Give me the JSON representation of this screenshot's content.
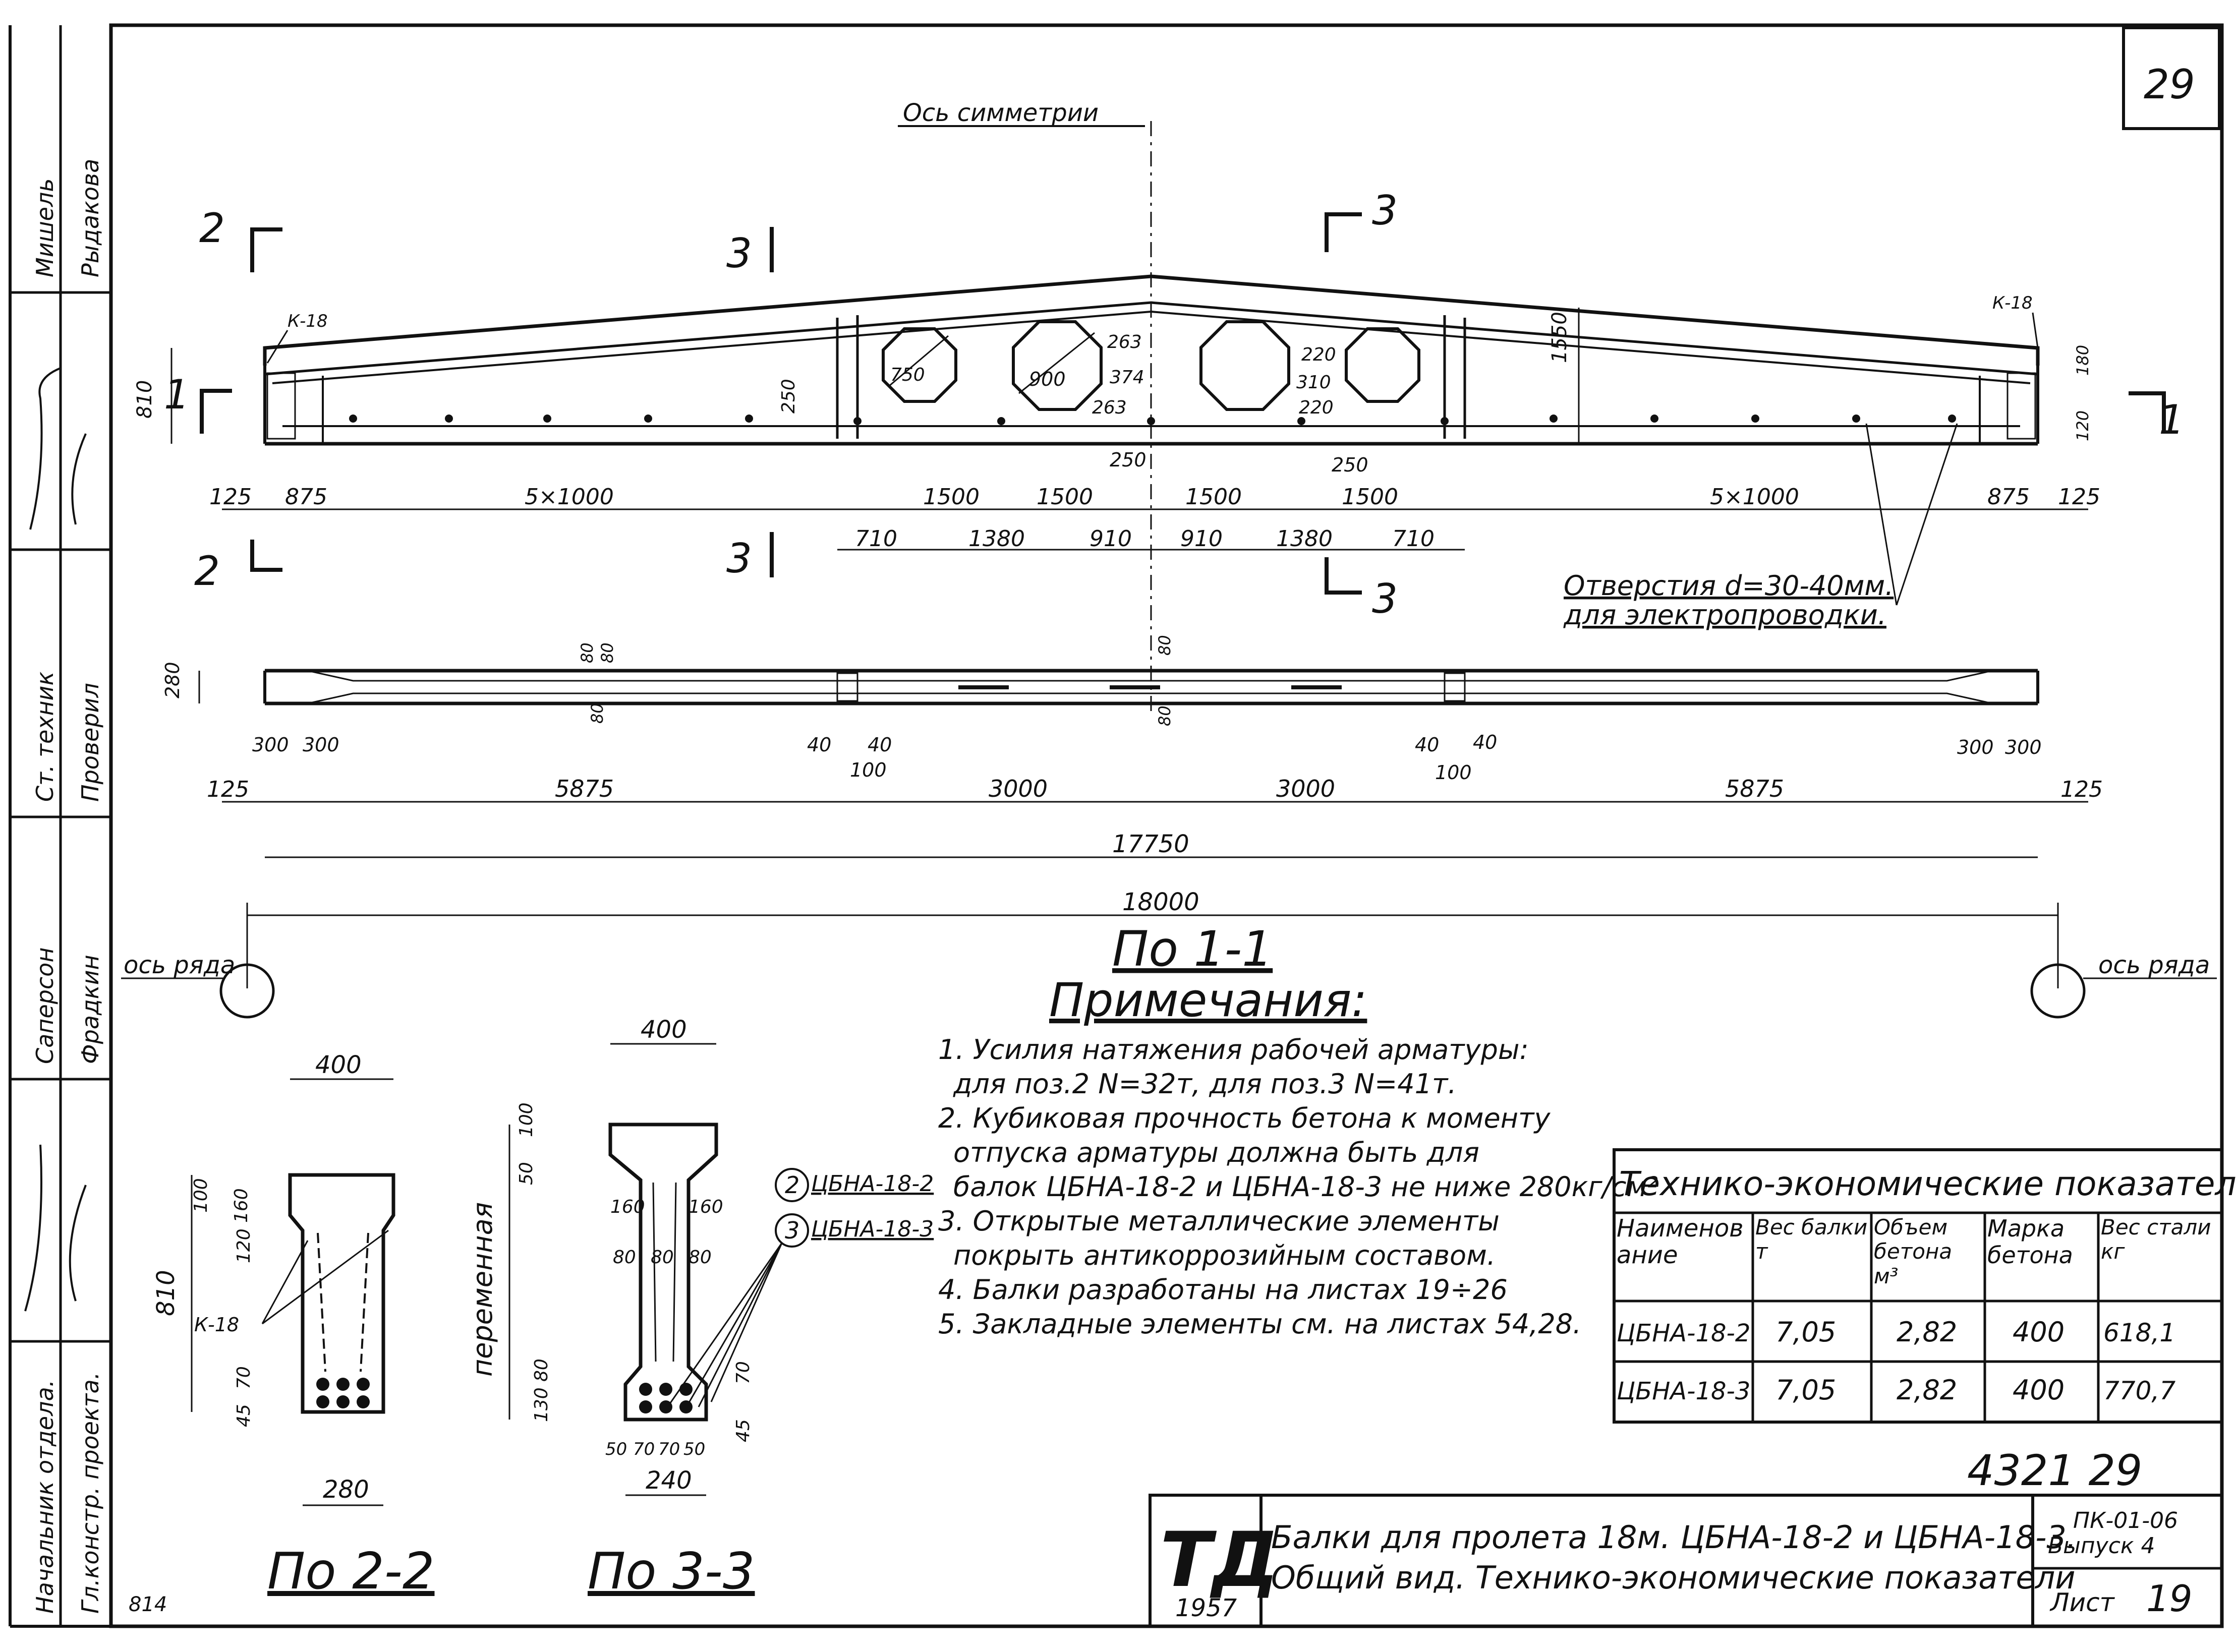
{
  "sheet_corner_number": "29",
  "symmetry_axis_label": "Ось симметрии",
  "section_marks": {
    "s2_top": "2",
    "s2_bottom": "2",
    "s3_left_top": "3",
    "s3_left_bottom": "3",
    "s3_right_top": "3",
    "s3_right_bottom": "3",
    "s1_left": "1",
    "s1_right": "1"
  },
  "tags": {
    "k18_left": "К-18",
    "k18_right": "К-18",
    "k18_section": "К-18"
  },
  "elevation_dims": {
    "h810": "810",
    "h1550": "1550",
    "h250": "250",
    "h750": "750",
    "h900": "900",
    "h263a": "263",
    "h374": "374",
    "h263b": "263",
    "h220a": "220",
    "h310": "310",
    "h220b": "220",
    "b250a": "250",
    "b250b": "250",
    "r180": "180",
    "r120": "120",
    "row1": [
      "125",
      "875",
      "5×1000",
      "1500",
      "1500",
      "1500",
      "1500",
      "5×1000",
      "875",
      "125"
    ],
    "row2": [
      "710",
      "1380",
      "910",
      "910",
      "1380",
      "710"
    ]
  },
  "holes_note": {
    "line1": "Отверстия d=30-40мм.",
    "line2": "для электропроводки."
  },
  "plan_dims": {
    "w280": "280",
    "p80a": "80",
    "p80b": "80",
    "p80c": "80",
    "p80d": "80",
    "p80e": "80",
    "p300a": "300",
    "p300b": "300",
    "p300c": "300",
    "p300d": "300",
    "p40a": "40",
    "p40b": "40",
    "p40c": "40",
    "p40d": "40",
    "p100a": "100",
    "p100b": "100",
    "row": [
      "125",
      "5875",
      "3000",
      "3000",
      "5875",
      "125"
    ],
    "total_17750": "17750",
    "total_18000": "18000"
  },
  "axis_row_left": "ось ряда",
  "axis_row_right": "ось ряда",
  "view_title": "По 1-1",
  "notes_title": "Примечания:",
  "notes": [
    "1. Усилия натяжения рабочей арматуры:",
    "для поз.2 N=32т, для поз.3 N=41т.",
    "2. Кубиковая прочность бетона к моменту",
    "отпуска арматуры должна быть для",
    "балок ЦБНА-18-2 и ЦБНА-18-3 не ниже 280кг/см²",
    "3. Открытые металлические элементы",
    "покрыть антикоррозийным составом.",
    "4. Балки разработаны на листах 19÷26",
    "5. Закладные элементы см. на листах 54,28."
  ],
  "callouts": [
    {
      "num": "2",
      "label": "ЦБНА-18-2"
    },
    {
      "num": "3",
      "label": "ЦБНА-18-3"
    }
  ],
  "section_22": {
    "title": "По 2-2",
    "dims": {
      "top": "400",
      "height": "810",
      "bottom": "280",
      "d100": "100",
      "d160": "160",
      "d120": "120",
      "d70": "70",
      "d45": "45"
    }
  },
  "section_33": {
    "title": "По 3-3",
    "variable_label": "переменная",
    "dims": {
      "top": "400",
      "d50": "50",
      "d100": "100",
      "d160a": "160",
      "d160b": "160",
      "d80a": "80",
      "d80b": "80",
      "d80c": "80",
      "d130": "130",
      "d80d": "80",
      "d70": "70",
      "d45": "45",
      "b50a": "50",
      "b70a": "70",
      "b70b": "70",
      "b50b": "50",
      "bottom": "240"
    }
  },
  "table": {
    "title": "Технико-экономические показатели",
    "headers": [
      "Наименование",
      "Вес балки т",
      "Объем бетона м³",
      "Марка бетона",
      "Вес стали кг"
    ],
    "rows": [
      [
        "ЦБНА-18-2",
        "7,05",
        "2,82",
        "400",
        "618,1"
      ],
      [
        "ЦБНА-18-3",
        "7,05",
        "2,82",
        "400",
        "770,7"
      ]
    ]
  },
  "stamp": {
    "handwritten_no": "4321 29",
    "logo": "ТД",
    "year": "1957",
    "title_line1": "Балки для пролета 18м. ЦБНА-18-2 и ЦБНА-18-3.",
    "title_line2": "Общий вид. Технико-экономические показатели",
    "code_line1": "ПК-01-06",
    "code_line2": "Выпуск 4",
    "sheet_label": "Лист",
    "sheet_no": "19"
  },
  "side_strip": {
    "roles": [
      "Гл.констр. проекта.",
      "Начальник отдела.",
      "",
      "",
      "",
      "",
      "Ст. техник",
      "Проверил"
    ],
    "names": [
      "Мишель",
      "Рыдакова",
      "Саперсон",
      "Фрадкин"
    ]
  },
  "corner_mark": "814"
}
